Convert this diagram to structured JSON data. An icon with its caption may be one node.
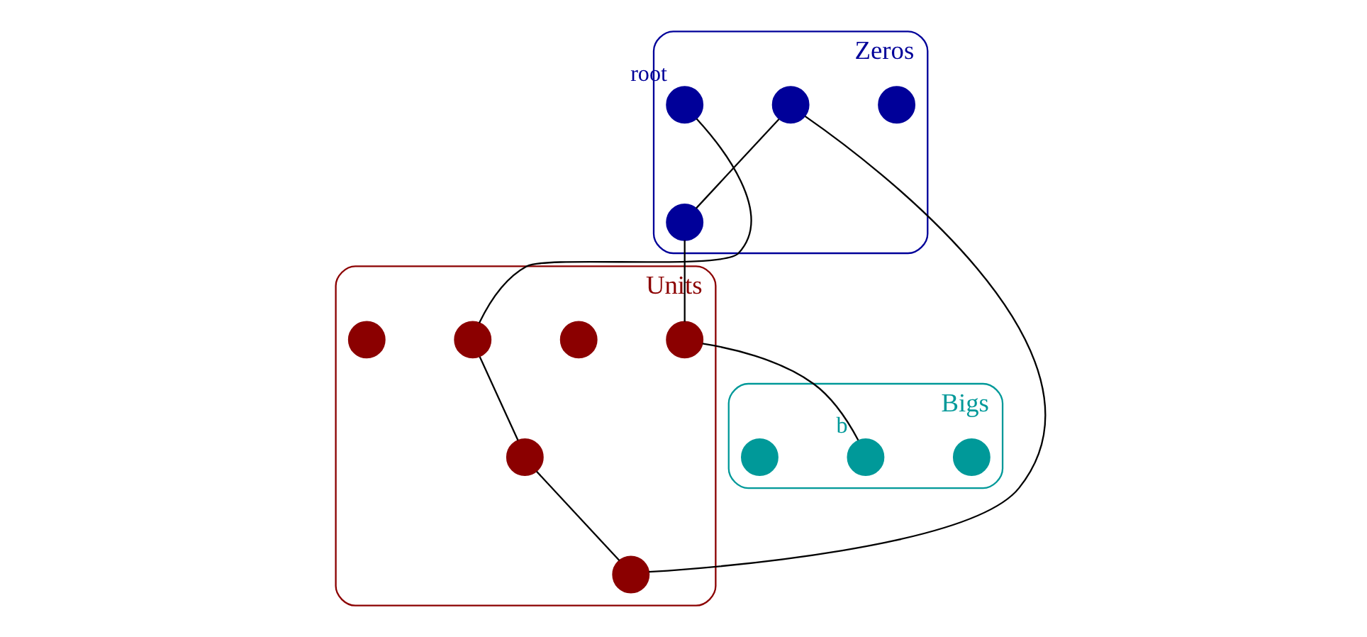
{
  "diagram": {
    "nodes": [
      {
        "text": [
          "Zeros"
        ]
      },
      {
        "text": [],
        "shape": "circle",
        "in": 0
      },
      {
        "text": [],
        "shape": "circle",
        "in": 0,
        "beside": [
          "root"
        ]
      },
      {
        "text": [],
        "shape": "circle",
        "in": 0
      },
      {
        "text": [],
        "shape": "circle",
        "in": 0
      },
      {
        "text": [
          "Units"
        ]
      },
      {
        "text": [],
        "shape": "circle",
        "in": 5
      },
      {
        "text": [],
        "shape": "circle",
        "in": 5
      },
      {
        "text": [],
        "shape": "circle",
        "in": 5
      },
      {
        "text": [],
        "shape": "circle",
        "in": 5
      },
      {
        "text": [],
        "shape": "circle",
        "in": 5
      },
      {
        "text": [],
        "shape": "circle",
        "in": 5
      },
      {
        "text": [
          "Bigs"
        ]
      },
      {
        "text": [],
        "shape": "circle",
        "in": 12
      },
      {
        "text": [],
        "shape": "circle",
        "in": 12,
        "beside": [
          "b"
        ]
      },
      {
        "text": [],
        "shape": "circle",
        "in": 12
      }
    ],
    "edges": [
      {
        "from": 2,
        "to": 6,
        "arrow": "none"
      },
      {
        "from": 3,
        "to": 4,
        "arrow": "none"
      },
      {
        "from": 3,
        "to": 7,
        "arrow": "none"
      },
      {
        "from": 4,
        "to": 10,
        "arrow": "none"
      },
      {
        "from": 6,
        "to": 9,
        "arrow": "none"
      },
      {
        "from": 9,
        "to": 7,
        "arrow": "none"
      },
      {
        "from": 10,
        "to": 14,
        "arrow": "none"
      }
    ]
  }
}
